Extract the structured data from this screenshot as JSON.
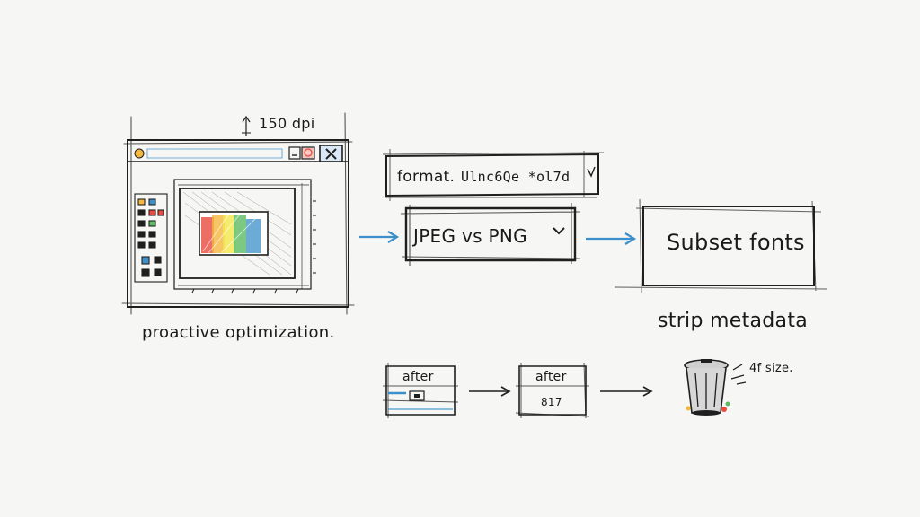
{
  "resolution_note": "150 dpi",
  "caption_left": "proactive optimization.",
  "format_field": {
    "label": "format.",
    "value": "Ulnc6Qe *ol7d"
  },
  "dropdown": {
    "value": "JPEG vs PNG",
    "chevron": "chevron-down-icon"
  },
  "output_box": {
    "label": "Subset fonts"
  },
  "output_caption": "strip metadata",
  "pipeline": {
    "card_1_label": "after",
    "card_2_label": "after",
    "card_2_note": "817",
    "size_note": "4f size."
  },
  "colors": {
    "ink": "#1a1a1a",
    "accent": "#3c8fc9",
    "rainbow": [
      "#e94b3c",
      "#f4b63f",
      "#f3e64a",
      "#5dbb63",
      "#3c8fc9"
    ]
  }
}
